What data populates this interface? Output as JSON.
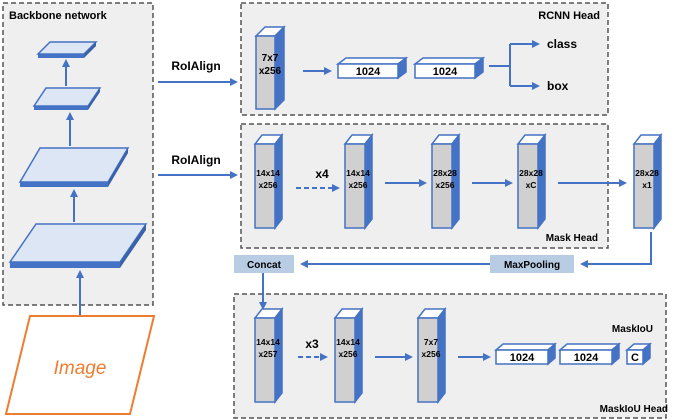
{
  "colors": {
    "arrow": "#4472C4",
    "box_front": "#d0d0d0",
    "box_top": "#ffffff",
    "box_edge": "#4472C4",
    "panel_bg": "#efefef",
    "panel_border": "#555555",
    "label_box_bg": "#b8cce4",
    "image_border": "#ED7D31",
    "image_text": "#ED7D31"
  },
  "backbone": {
    "title": "Backbone network"
  },
  "image_label": "Image",
  "rcnn_head": {
    "title": "RCNN Head",
    "roi_label": "RoIAlign",
    "feature_line1": "7x7",
    "feature_line2": "x256",
    "fc1": "1024",
    "fc2": "1024",
    "out_class": "class",
    "out_box": "box"
  },
  "mask_head": {
    "title": "Mask Head",
    "roi_label": "RoIAlign",
    "repeat": "x4",
    "blocks": [
      {
        "l1": "14x14",
        "l2": "x256"
      },
      {
        "l1": "14x14",
        "l2": "x256"
      },
      {
        "l1": "28x28",
        "l2": "x256"
      },
      {
        "l1": "28x28",
        "l2": "xC"
      },
      {
        "l1": "28x28",
        "l2": "x1"
      }
    ],
    "maxpool": "MaxPooling",
    "concat": "Concat"
  },
  "maskiou_head": {
    "inner_title": "MaskIoU",
    "title": "MaskIoU Head",
    "repeat": "x3",
    "blocks": [
      {
        "l1": "14x14",
        "l2": "x257"
      },
      {
        "l1": "14x14",
        "l2": "x256"
      },
      {
        "l1": "7x7",
        "l2": "x256"
      }
    ],
    "fc1": "1024",
    "fc2": "1024",
    "fc3": "C"
  }
}
